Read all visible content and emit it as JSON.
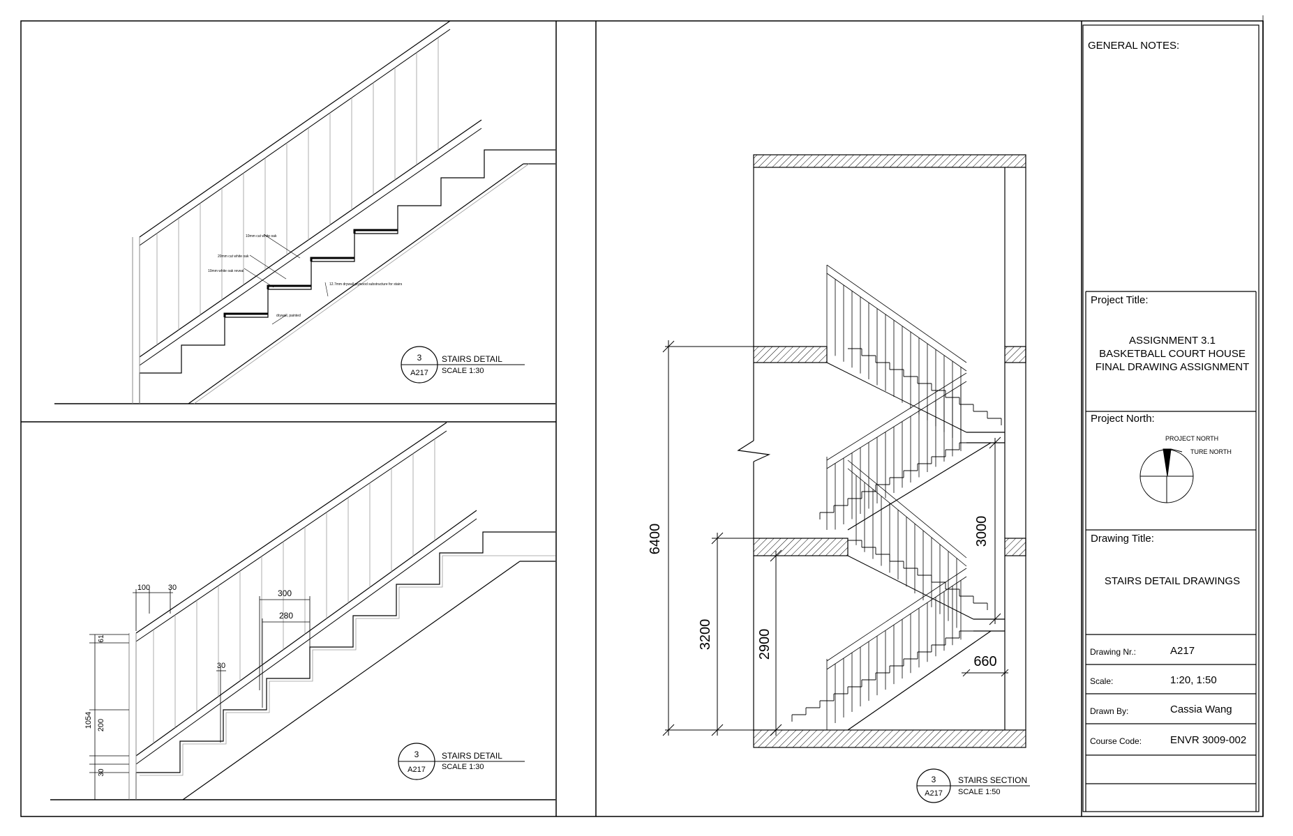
{
  "title_block": {
    "general_notes_label": "GENERAL NOTES:",
    "project_title_label": "Project Title:",
    "project_title_lines": [
      "ASSIGNMENT 3.1",
      "BASKETBALL COURT HOUSE",
      "FINAL DRAWING ASSIGNMENT"
    ],
    "project_north_label": "Project North:",
    "project_north_text": "PROJECT NORTH",
    "true_north_text": "TURE NORTH",
    "drawing_title_label": "Drawing Title:",
    "drawing_title": "STAIRS DETAIL DRAWINGS",
    "drawing_nr_label": "Drawing Nr.:",
    "drawing_nr": "A217",
    "scale_label": "Scale:",
    "scale": "1:20, 1:50",
    "drawn_by_label": "Drawn By:",
    "drawn_by": "Cassia Wang",
    "course_code_label": "Course Code:",
    "course_code": "ENVR 3009-002"
  },
  "views": {
    "detail_top": {
      "bubble_number": "3",
      "bubble_sheet": "A217",
      "title": "STAIRS DETAIL",
      "scale": "SCALE 1:30",
      "notes": [
        "10mm cut white oak",
        "20mm cut white oak",
        "10mm white oak reveal",
        "12.7mm drywall plywood substructure for stairs",
        "drywall, painted"
      ]
    },
    "detail_bottom": {
      "bubble_number": "3",
      "bubble_sheet": "A217",
      "title": "STAIRS DETAIL",
      "scale": "SCALE 1:30",
      "dims": [
        "100",
        "30",
        "300",
        "280",
        "30",
        "61",
        "1054",
        "200",
        "30"
      ]
    },
    "section": {
      "bubble_number": "3",
      "bubble_sheet": "A217",
      "title": "STAIRS SECTION",
      "scale": "SCALE 1:50",
      "dims": [
        "6400",
        "3200",
        "2900",
        "3000",
        "660"
      ]
    }
  }
}
